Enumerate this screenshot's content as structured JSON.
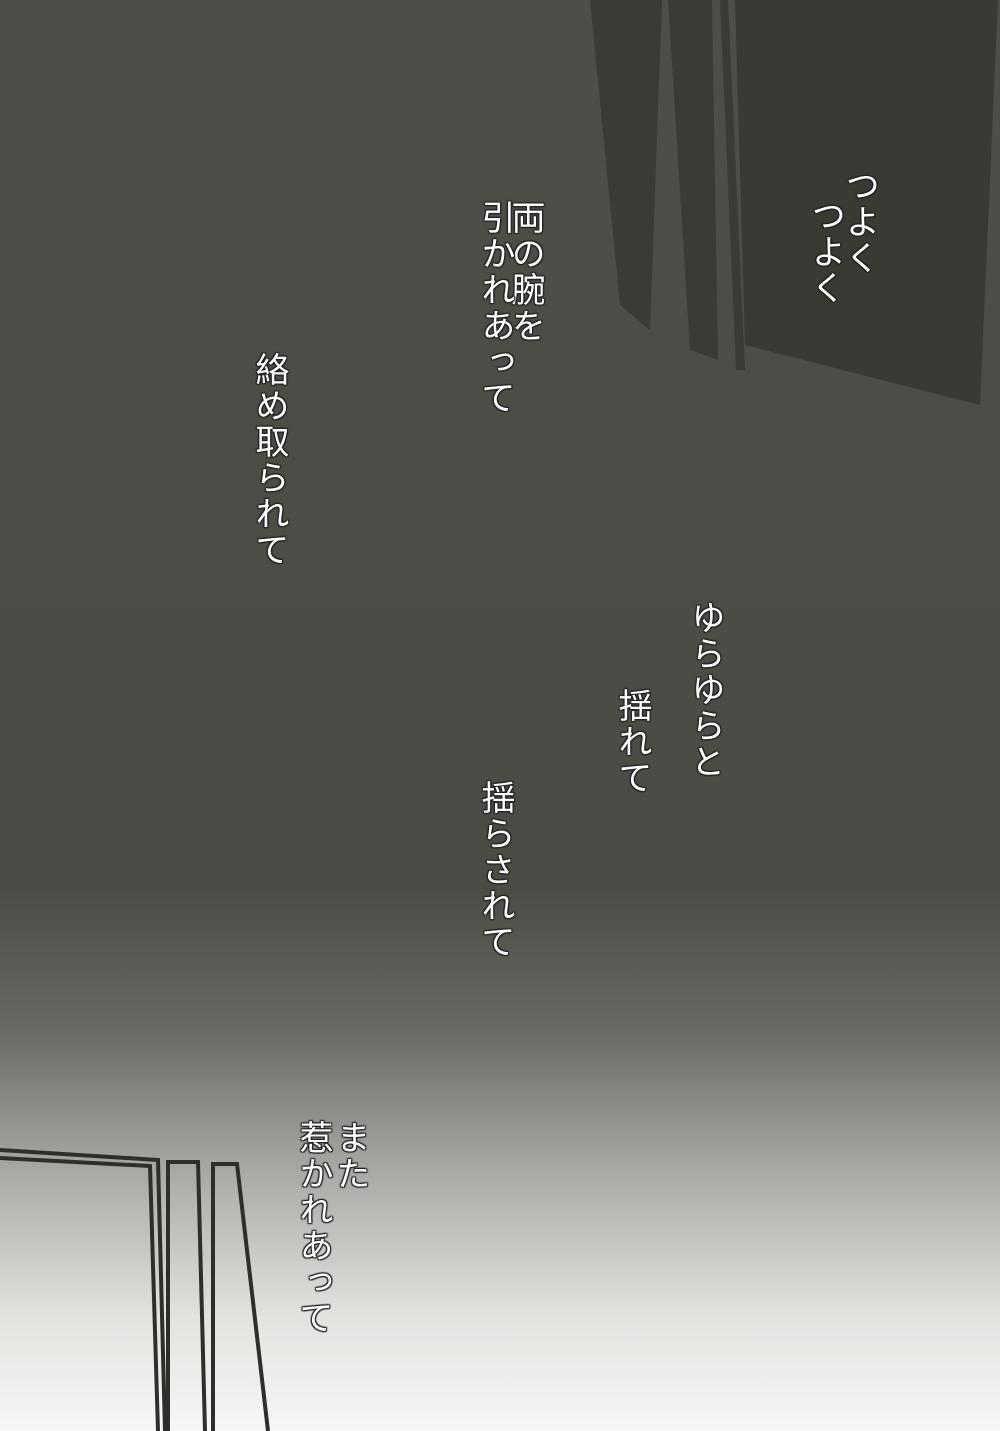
{
  "verses": {
    "tsuyoku": [
      "つよく",
      "つよく"
    ],
    "ryou_no_ude": [
      "両の腕を",
      "引かれあって"
    ],
    "karametorarete": "絡め取られて",
    "yurayura": [
      "ゆらゆらと",
      "揺れて"
    ],
    "yurasarete": "揺らされて",
    "mata": [
      "また",
      "惹かれあって"
    ]
  },
  "colors": {
    "background_dark": "#4c4c46",
    "shape_dark": "#3a3a35",
    "text": "#ffffff"
  }
}
